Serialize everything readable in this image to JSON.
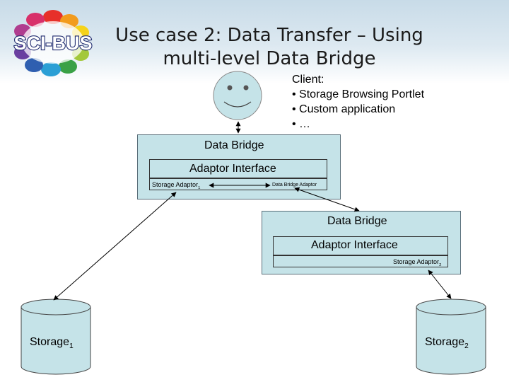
{
  "slide": {
    "title": "Use case 2: Data Transfer – Using multi-level Data Bridge",
    "logo_text": "SCI-BUS"
  },
  "client": {
    "heading": "Client:",
    "items": [
      "• Storage Browsing Portlet",
      "• Custom application",
      "• …"
    ]
  },
  "bridge1": {
    "title": "Data Bridge",
    "adaptor_interface": "Adaptor Interface",
    "storage_adaptor": "Storage Adaptor",
    "storage_adaptor_sub": "1",
    "data_bridge_adaptor": "Data Bridge Adaptor"
  },
  "bridge2": {
    "title": "Data Bridge",
    "adaptor_interface": "Adaptor Interface",
    "storage_adaptor": "Storage Adaptor",
    "storage_adaptor_sub": "2"
  },
  "storage1": {
    "label": "Storage",
    "sub": "1"
  },
  "storage2": {
    "label": "Storage",
    "sub": "2"
  },
  "colors": {
    "box_fill": "#c5e3e8",
    "box_border": "#5a6f7a",
    "header_band": "#c8dbe8",
    "logo_text": "#ffffff",
    "logo_outline": "#1e2a6e"
  }
}
